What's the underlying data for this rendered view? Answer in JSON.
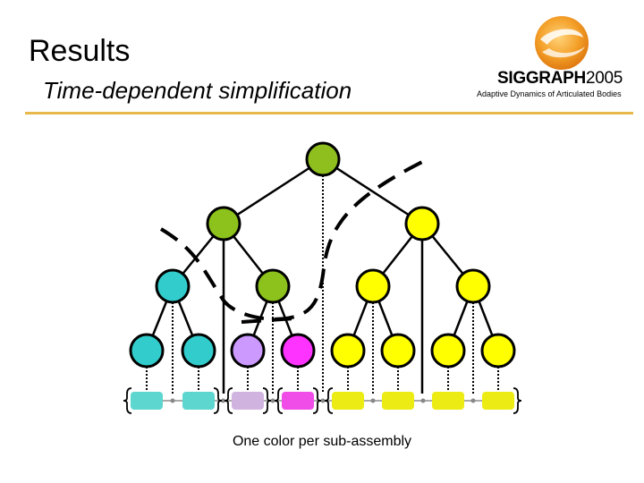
{
  "slide": {
    "title": "Results",
    "subtitle": "Time-dependent simplification",
    "caption": "One color per sub-assembly"
  },
  "logo": {
    "name_bold": "SIGGRAPH",
    "year": "2005",
    "tagline": "Adaptive Dynamics of Articulated Bodies"
  },
  "colors": {
    "rule": "#e8b84a",
    "outline": "#000000",
    "root_green": "#8fbf1f",
    "green": "#8cc21b",
    "yellow": "#ffff00",
    "cyan": "#33cccc",
    "lavender": "#cc99ff",
    "magenta": "#ff33ff",
    "block_cyan": "#5dd6cf",
    "block_lavender": "#d1b3e0",
    "block_magenta": "#f04ce8",
    "block_yellow": "#ecec14",
    "cut_line": "#000000"
  },
  "tree": {
    "root": "root_green",
    "level1": [
      "green",
      "yellow"
    ],
    "level2": [
      "cyan",
      "green",
      "yellow",
      "yellow"
    ],
    "leaves": [
      "cyan",
      "cyan",
      "lavender",
      "magenta",
      "yellow",
      "yellow",
      "yellow",
      "yellow"
    ],
    "blocks": [
      "block_cyan",
      "block_cyan",
      "block_lavender",
      "block_magenta",
      "block_yellow",
      "block_yellow",
      "block_yellow",
      "block_yellow"
    ],
    "groups": [
      [
        0,
        1
      ],
      [
        2
      ],
      [
        3
      ],
      [
        4,
        5,
        6,
        7
      ]
    ]
  }
}
